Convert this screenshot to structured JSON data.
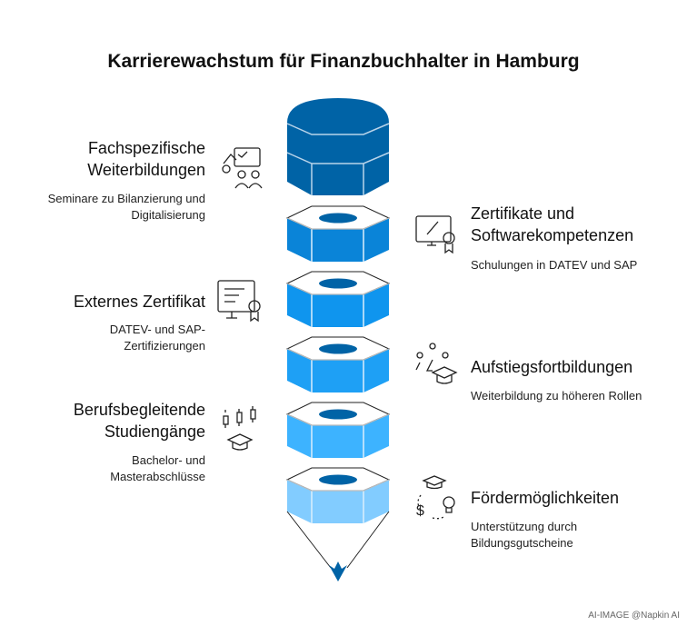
{
  "title": "Karrierewachstum für Finanzbuchhalter in Hamburg",
  "items": [
    {
      "heading": "Fachspezifische Weiterbildungen",
      "desc": "Seminare zu Bilanzierung und Digitalisierung",
      "icon": "presentation-people-icon"
    },
    {
      "heading": "Zertifikate und Softwarekompetenzen",
      "desc": "Schulungen in DATEV und SAP",
      "icon": "certificate-monitor-icon"
    },
    {
      "heading": "Externes Zertifikat",
      "desc": "DATEV- und SAP-Zertifizierungen",
      "icon": "certificate-document-icon"
    },
    {
      "heading": "Aufstiegsfortbildungen",
      "desc": "Weiterbildung zu höheren Rollen",
      "icon": "graduation-network-icon"
    },
    {
      "heading": "Berufsbegleitende Studiengänge",
      "desc": "Bachelor- und Masterabschlüsse",
      "icon": "graduation-chart-icon"
    },
    {
      "heading": "Fördermöglichkeiten",
      "desc": "Unterstützung durch Bildungsgutscheine",
      "icon": "funding-idea-icon"
    }
  ],
  "colors": {
    "cap": "#0063a6",
    "nut1": "#0a84d8",
    "nut2": "#0f95ee",
    "nut3": "#1ea0f5",
    "nut4": "#3db3ff",
    "nut5": "#82ccff"
  },
  "watermark": "AI-IMAGE  @Napkin AI"
}
